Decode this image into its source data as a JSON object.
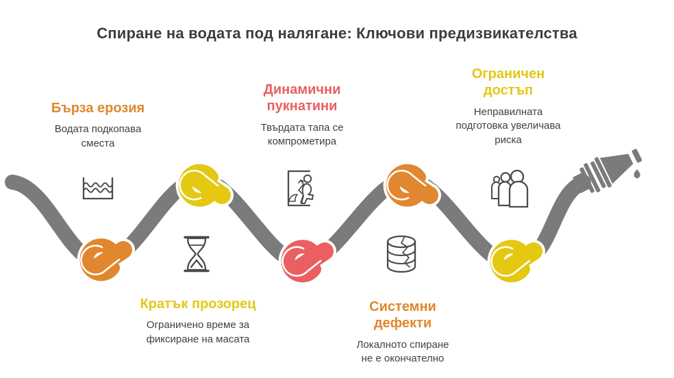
{
  "title": "Спиране на водата под налягане: Ключови предизвикателства",
  "colors": {
    "hose_gray": "#7B7B7B",
    "icon_stroke": "#4A4A4A",
    "title_text": "#3D3D3D",
    "body_text": "#3F3F3F",
    "background": "#FFFFFF",
    "orange": "#E0872F",
    "yellow": "#E4C812",
    "red": "#EA5F62"
  },
  "challenges": [
    {
      "heading": "Бърза ерозия",
      "description": "Водата подкопава сместа",
      "color": "#E0872F",
      "icon": "water-basin-icon",
      "knot_color_name": "orange",
      "label_position": "top"
    },
    {
      "heading": "Кратък прозорец",
      "description": "Ограничено време за фиксиране на масата",
      "color": "#E4C812",
      "icon": "hourglass-icon",
      "knot_color_name": "yellow",
      "label_position": "bottom"
    },
    {
      "heading": "Динамични пукнатини",
      "description": "Твърдата тапа се компрометира",
      "color": "#EA5F62",
      "icon": "door-crack-icon",
      "knot_color_name": "red",
      "label_position": "top"
    },
    {
      "heading": "Системни дефекти",
      "description": "Локалното спиране не е окончателно",
      "color": "#E0872F",
      "icon": "database-icon",
      "knot_color_name": "orange",
      "label_position": "bottom"
    },
    {
      "heading": "Ограничен достъп",
      "description": "Неправилната подготовка увеличава риска",
      "color": "#E4C812",
      "icon": "people-group-icon",
      "knot_color_name": "yellow",
      "label_position": "top"
    }
  ]
}
